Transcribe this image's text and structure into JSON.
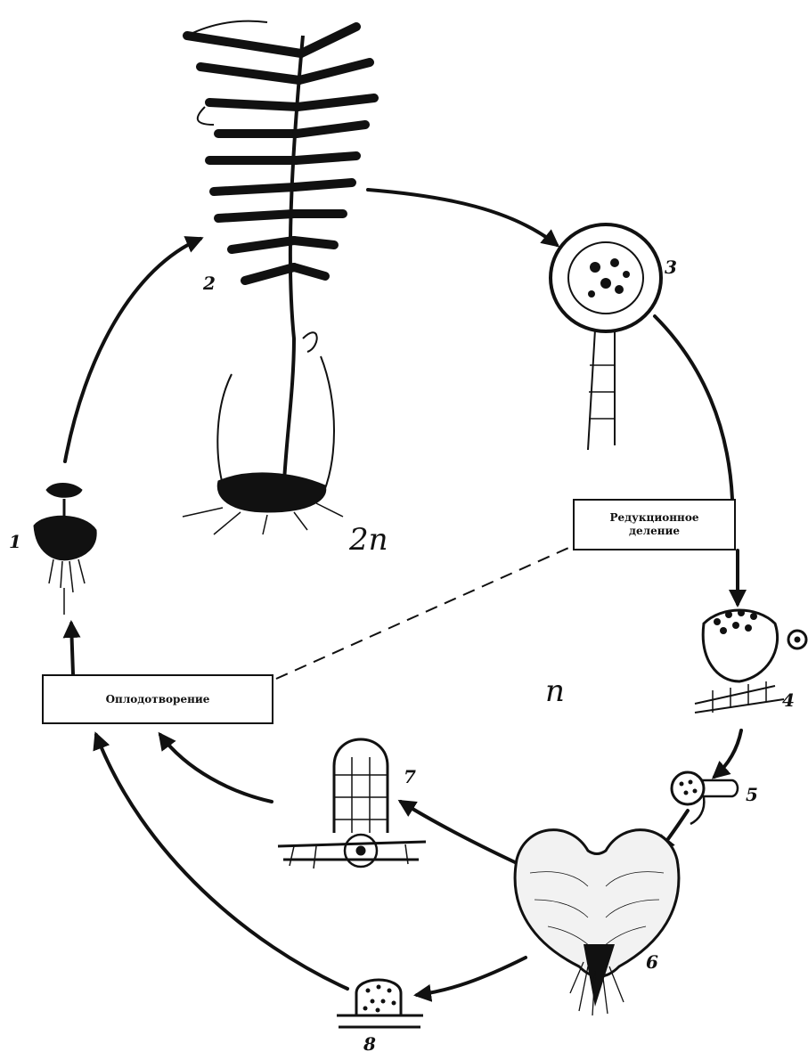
{
  "boxes": {
    "reduction_division": "Редукционное деление",
    "fertilization": "Оплодотворение"
  },
  "ploidy": {
    "diploid": "2n",
    "haploid": "n"
  },
  "stages": [
    "1",
    "2",
    "3",
    "4",
    "5",
    "6",
    "7",
    "8"
  ],
  "colors": {
    "ink": "#111111",
    "background": "#ffffff"
  }
}
